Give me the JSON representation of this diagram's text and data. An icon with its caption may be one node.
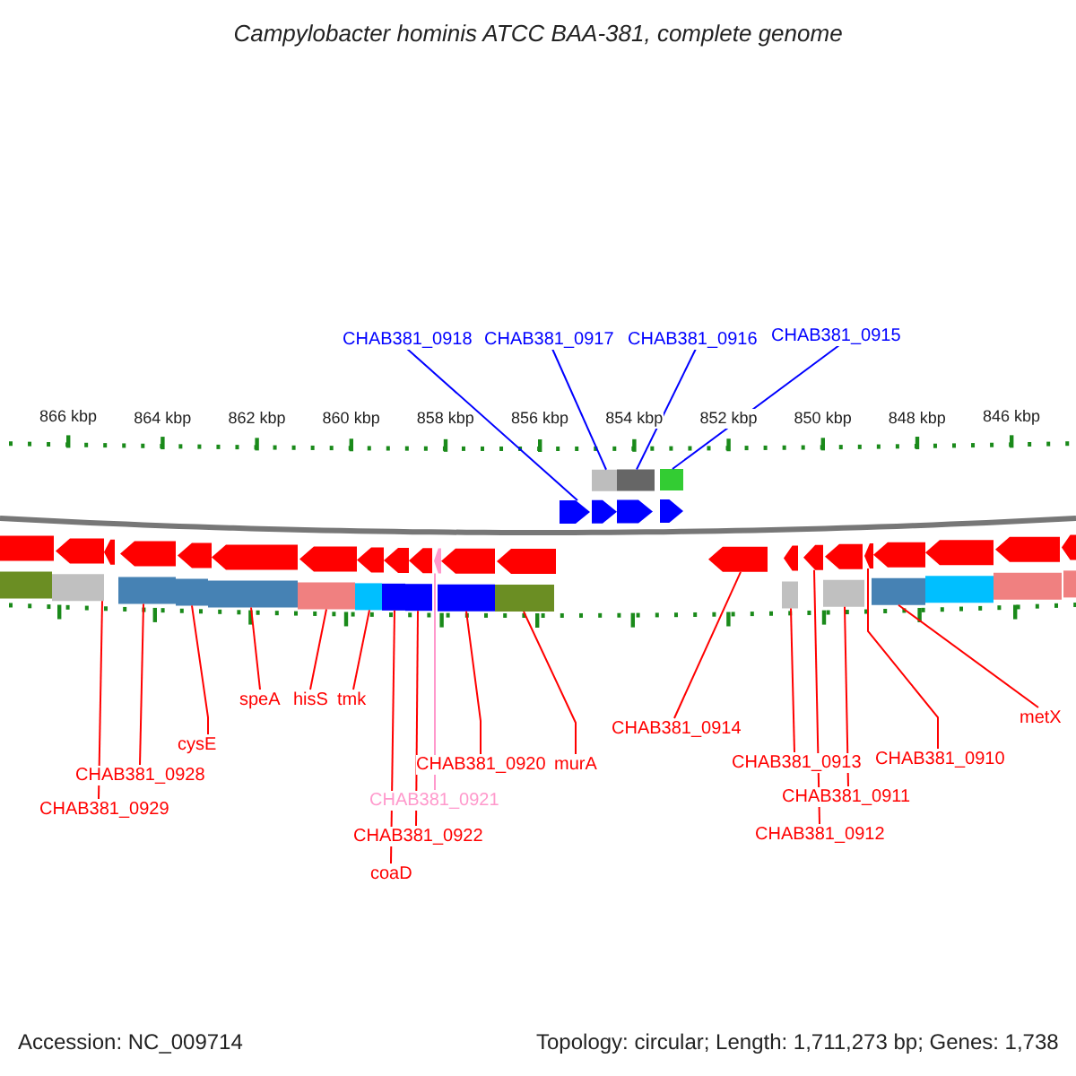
{
  "diagram": {
    "title": "Campylobacter hominis ATCC BAA-381, complete genome",
    "nodes": [
      {
        "text": [
          "CHAB381_0918"
        ]
      },
      {
        "text": [
          "CHAB381_0917"
        ]
      },
      {
        "text": [
          "CHAB381_0916"
        ]
      },
      {
        "text": [
          "CHAB381_0915"
        ]
      },
      {
        "text": [
          "CHAB381_0929"
        ]
      },
      {
        "text": [
          "CHAB381_0928"
        ]
      },
      {
        "text": [
          "cysE"
        ]
      },
      {
        "text": [
          "speA"
        ]
      },
      {
        "text": [
          "hisS"
        ]
      },
      {
        "text": [
          "tmk"
        ]
      },
      {
        "text": [
          "coaD"
        ]
      },
      {
        "text": [
          "CHAB381_0922"
        ]
      },
      {
        "text": [
          "CHAB381_0921"
        ]
      },
      {
        "text": [
          "CHAB381_0920"
        ]
      },
      {
        "text": [
          "murA"
        ]
      },
      {
        "text": [
          "CHAB381_0914"
        ]
      },
      {
        "text": [
          "CHAB381_0913"
        ]
      },
      {
        "text": [
          "CHAB381_0912"
        ]
      },
      {
        "text": [
          "CHAB381_0911"
        ]
      },
      {
        "text": [
          "CHAB381_0910"
        ]
      },
      {
        "text": [
          "metX"
        ]
      },
      {
        "text": [],
        "shape": "box"
      },
      {
        "text": [],
        "shape": "box"
      },
      {
        "text": [],
        "shape": "box"
      },
      {
        "text": [],
        "shape": "arrow"
      },
      {
        "text": [],
        "shape": "arrow"
      },
      {
        "text": [],
        "shape": "arrow"
      },
      {
        "text": [],
        "shape": "arrow"
      },
      {
        "text": [],
        "shape": "box"
      },
      {
        "text": [],
        "shape": "arrow"
      },
      {
        "text": [],
        "shape": "arrow"
      },
      {
        "text": [],
        "shape": "arrow"
      },
      {
        "text": [],
        "shape": "arrow"
      },
      {
        "text": [],
        "shape": "arrow"
      },
      {
        "text": [],
        "shape": "arrow"
      },
      {
        "text": [],
        "shape": "arrow"
      },
      {
        "text": [],
        "shape": "arrow"
      },
      {
        "text": [],
        "shape": "arrow"
      },
      {
        "text": [],
        "shape": "arrow"
      },
      {
        "text": [],
        "shape": "arrow"
      },
      {
        "text": [],
        "shape": "arrow"
      },
      {
        "text": [],
        "shape": "arrow"
      },
      {
        "text": [],
        "shape": "arrow"
      },
      {
        "text": [],
        "shape": "arrow"
      },
      {
        "text": [],
        "shape": "arrow"
      },
      {
        "text": [],
        "shape": "arrow"
      },
      {
        "text": [],
        "shape": "arrow"
      },
      {
        "text": [],
        "shape": "arrow"
      },
      {
        "text": [],
        "shape": "arrow"
      },
      {
        "text": [],
        "shape": "arrow"
      },
      {
        "text": [],
        "shape": "box"
      },
      {
        "text": [],
        "shape": "box"
      },
      {
        "text": [],
        "shape": "box"
      },
      {
        "text": [],
        "shape": "box"
      },
      {
        "text": [],
        "shape": "box"
      },
      {
        "text": [],
        "shape": "box"
      },
      {
        "text": [],
        "shape": "box"
      },
      {
        "text": [],
        "shape": "box"
      },
      {
        "text": [],
        "shape": "box"
      },
      {
        "text": [],
        "shape": "box"
      },
      {
        "text": [],
        "shape": "box"
      },
      {
        "text": [],
        "shape": "box"
      },
      {
        "text": [],
        "shape": "box"
      },
      {
        "text": [],
        "shape": "box"
      },
      {
        "text": [],
        "shape": "box"
      },
      {
        "text": [],
        "shape": "box"
      },
      {
        "text": [],
        "shape": "box"
      }
    ],
    "edges": [
      {
        "from": 0,
        "to": 24,
        "arrow": "none",
        "color": "#0000ff"
      },
      {
        "from": 1,
        "to": 21,
        "arrow": "none",
        "color": "#0000ff"
      },
      {
        "from": 2,
        "to": 22,
        "arrow": "none",
        "color": "#0000ff"
      },
      {
        "from": 3,
        "to": 23,
        "arrow": "none",
        "color": "#0000ff"
      },
      {
        "from": 4,
        "to": 51,
        "arrow": "none"
      },
      {
        "from": 5,
        "to": 52,
        "arrow": "none"
      },
      {
        "from": 6,
        "to": 53,
        "arrow": "none"
      },
      {
        "from": 7,
        "to": 54,
        "arrow": "none"
      },
      {
        "from": 8,
        "to": 55,
        "arrow": "none"
      },
      {
        "from": 9,
        "to": 56,
        "arrow": "none"
      },
      {
        "from": 10,
        "to": 57,
        "arrow": "none"
      },
      {
        "from": 11,
        "to": 58,
        "arrow": "none"
      },
      {
        "from": 12,
        "to": 38,
        "arrow": "none",
        "color": "#ff99cc"
      },
      {
        "from": 13,
        "to": 59,
        "arrow": "none"
      },
      {
        "from": 14,
        "to": 60,
        "arrow": "none"
      },
      {
        "from": 15,
        "to": 41,
        "arrow": "none"
      },
      {
        "from": 16,
        "to": 61,
        "arrow": "none"
      },
      {
        "from": 17,
        "to": 43,
        "arrow": "none"
      },
      {
        "from": 18,
        "to": 62,
        "arrow": "none"
      },
      {
        "from": 19,
        "to": 45,
        "arrow": "none"
      },
      {
        "from": 20,
        "to": 63,
        "arrow": "none"
      }
    ],
    "labels": [
      "866 kbp",
      "864 kbp",
      "862 kbp",
      "860 kbp",
      "858 kbp",
      "856 kbp",
      "854 kbp",
      "852 kbp",
      "850 kbp",
      "848 kbp",
      "846 kbp",
      "Accession: NC_009714",
      "Topology: circular; Length: 1,711,273 bp; Genes: 1,738"
    ]
  }
}
